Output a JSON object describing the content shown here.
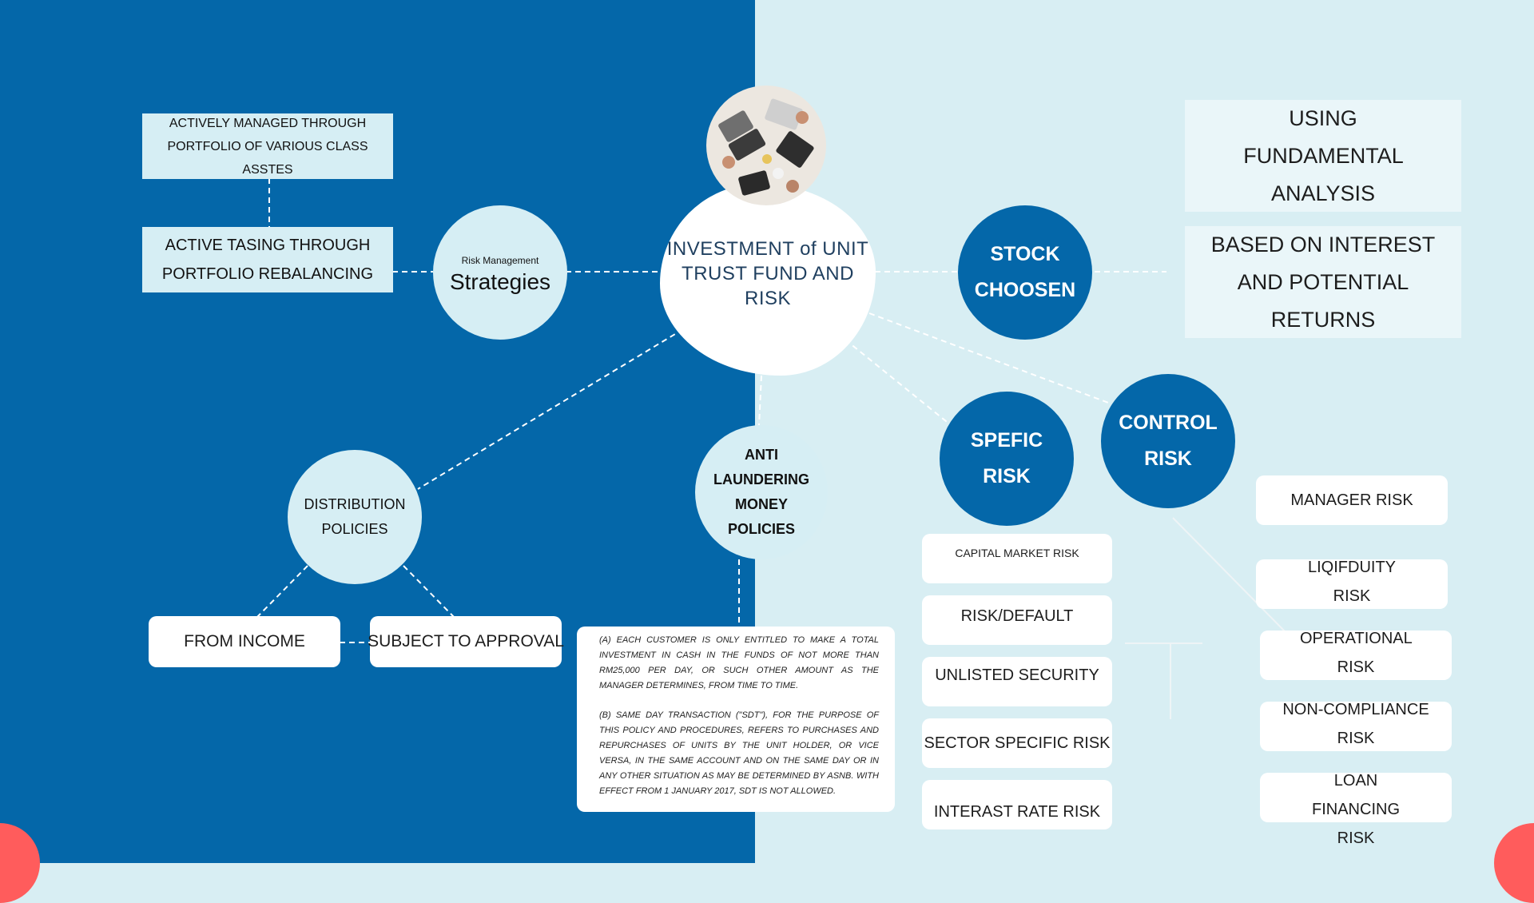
{
  "center": {
    "title": "INVESTMENT of UNIT TRUST FUND AND RISK"
  },
  "strategies": {
    "subtitle": "Risk Management",
    "title": "Strategies",
    "box1": "ACTIVELY MANAGED THROUGH PORTFOLIO OF VARIOUS CLASS ASSTES",
    "box2": "ACTIVE TASING THROUGH PORTFOLIO REBALANCING"
  },
  "distribution": {
    "title": "DISTRIBUTION POLICIES",
    "from_income": "FROM INCOME",
    "subject_to_approval": "SUBJECT TO APPROVAL"
  },
  "anti_laundering": {
    "title": "ANTI LAUNDERING MONEY POLICIES",
    "note_a": "(A) EACH CUSTOMER IS ONLY ENTITLED TO MAKE A TOTAL INVESTMENT IN CASH IN THE FUNDS OF NOT MORE THAN RM25,000 PER DAY, OR SUCH OTHER AMOUNT AS THE MANAGER DETERMINES, FROM TIME TO TIME.",
    "note_b": "(B) SAME DAY TRANSACTION (\"SDT\"), FOR THE PURPOSE OF THIS POLICY AND PROCEDURES, REFERS TO PURCHASES AND REPURCHASES OF UNITS BY THE UNIT HOLDER, OR VICE VERSA, IN THE SAME ACCOUNT AND ON THE SAME DAY OR IN ANY OTHER SITUATION AS MAY BE DETERMINED BY ASNB. WITH EFFECT FROM 1 JANUARY 2017, SDT IS NOT ALLOWED."
  },
  "stock": {
    "title": "STOCK CHOOSEN",
    "box1": "USING FUNDAMENTAL ANALYSIS",
    "box2": "BASED ON INTEREST AND POTENTIAL RETURNS"
  },
  "specific_risk": {
    "title": "SPEFIC RISK",
    "items": [
      "CAPITAL MARKET RISK",
      "RISK/DEFAULT",
      "UNLISTED SECURITY",
      "SECTOR SPECIFIC RISK",
      "INTERAST RATE RISK"
    ]
  },
  "control_risk": {
    "title": "CONTROL RISK",
    "items": [
      "MANAGER RISK",
      "LIQIFDUITY RISK",
      "OPERATIONAL RISK",
      "NON-COMPLIANCE RISK",
      "LOAN FINANCING RISK"
    ]
  },
  "colors": {
    "dark_blue": "#0467a9",
    "light_blue": "#d8eef3",
    "accent": "#ff5c5c"
  },
  "icons": {
    "photo": "laptops-desk-photo"
  }
}
